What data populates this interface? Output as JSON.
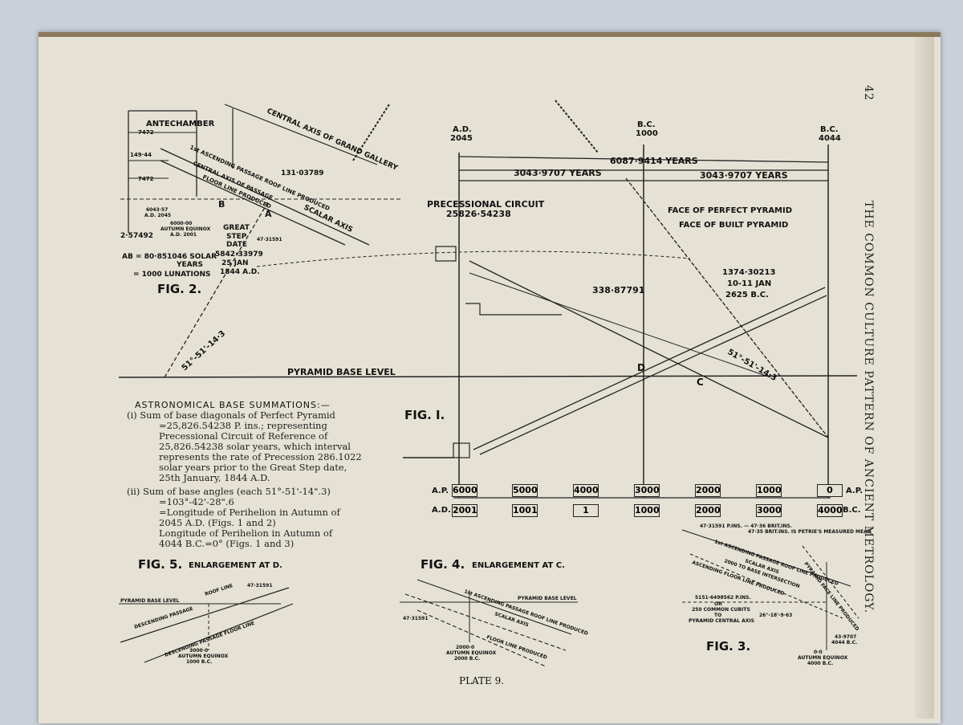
{
  "page_number": "42",
  "running_head": "THE COMMON CULTURE PATTERN OF ANCIENT METROLOGY.",
  "plate": "PLATE 9.",
  "fig1": {
    "title": "FIG. I.",
    "top_markers": [
      {
        "era": "A.D.",
        "year": "2045"
      },
      {
        "era": "B.C.",
        "year": "1000"
      },
      {
        "era": "B.C.",
        "year": "4044"
      }
    ],
    "years_total": "6087·9414 YEARS",
    "years_left": "3043·9707 YEARS",
    "years_right": "3043·9707 YEARS",
    "precessional_circuit": "PRECESSIONAL CIRCUIT",
    "precessional_value": "25826·54238",
    "face_perfect": "FACE OF PERFECT PYRAMID",
    "face_built": "FACE OF BUILT PYRAMID",
    "value_338": "338·87791",
    "value_1374": "1374·30213",
    "date_jan": "10-11 JAN",
    "date_bc": "2625 B.C.",
    "angle_label": "51°-51'-14·3",
    "pyramid_base_level": "PYRAMID BASE LEVEL",
    "point_d": "D",
    "point_c": "C",
    "ap_label": "A.P.",
    "ad_label": "A.D.",
    "bc_label": "B.C.",
    "ap_scale": [
      "6000",
      "5000",
      "4000",
      "3000",
      "2000",
      "1000",
      "0"
    ],
    "ad_scale": [
      "2001",
      "1001",
      "1",
      "1000",
      "2000",
      "3000",
      "4000"
    ]
  },
  "fig2": {
    "title": "FIG. 2.",
    "antechamber": "ANTECHAMBER",
    "grand_gallery": "CENTRAL AXIS OF GRAND GALLERY",
    "ascending_roof": "1st ASCENDING PASSAGE ROOF LINE PRODUCED",
    "central_axis_passage": "CENTRAL AXIS OF PASSAGE",
    "floor_line": "FLOOR LINE PRODUCED",
    "scalar_axis": "SCALAR AXIS",
    "v_7472a": "7472",
    "v_1494": "149·44",
    "v_7472b": "7472",
    "v_131": "131·03789",
    "v_6043": "6043·57",
    "v_6043_date": "A.D. 2045",
    "v_6000": "6000·00",
    "v_6000_label": "AUTUMN EQUINOX",
    "v_6000_date": "A.D. 2001",
    "v_257": "2·57492",
    "great_step": "GREAT",
    "great_step2": "STEP",
    "great_step3": "DATE",
    "v_5842": "5842·33979",
    "v_25jan": "25 JAN",
    "v_1844": "1844 A.D.",
    "v_47": "47·31591",
    "pt_b": "B",
    "pt_a": "A",
    "ab_line1": "AB = 80·851046 SOLAR",
    "ab_line2": "YEARS",
    "ab_line3": "= 1000 LUNATIONS",
    "angle": "51°-51'-14·3"
  },
  "summations": {
    "heading": "ASTRONOMICAL BASE SUMMATIONS:—",
    "i_1": "(i)   Sum of base diagonals of Perfect Pyramid",
    "i_2": "=25,826.54238 P. ins.;  representing",
    "i_3": "Precessional Circuit of Reference of",
    "i_4": "25,826.54238 solar years, which interval",
    "i_5": "represents the rate of Precession 286.1022",
    "i_6": "solar years prior to the Great Step date,",
    "i_7": "25th January, 1844 A.D.",
    "ii_1": "(ii)  Sum of base angles (each 51°-51'-14\".3)",
    "ii_2": "=103°-42'-28\".6",
    "ii_3": "=Longitude of Perihelion in Autumn of",
    "ii_4": "2045 A.D. (Figs. 1 and 2)",
    "ii_5": "Longitude of Perihelion in Autumn of",
    "ii_6": "4044 B.C.=0° (Figs. 1 and 3)"
  },
  "fig5": {
    "title": "FIG. 5.",
    "subtitle": "ENLARGEMENT AT D.",
    "base": "PYRAMID BASE LEVEL",
    "roof": "ROOF LINE",
    "descending": "DESCENDING PASSAGE",
    "floor": "DESCENDING PASSAGE FLOOR LINE",
    "v_47": "47·31591",
    "v_3000": "3000·0",
    "eq": "AUTUMN EQUINOX",
    "date": "1000 B.C."
  },
  "fig4": {
    "title": "FIG. 4.",
    "subtitle": "ENLARGEMENT AT C.",
    "base": "PYRAMID BASE LEVEL",
    "roof": "1st ASCENDING PASSAGE ROOF LINE PRODUCED",
    "scalar": "SCALAR AXIS",
    "floor": "FLOOR LINE PRODUCED",
    "v_47": "47·31591",
    "v_2000": "2000·0",
    "eq": "AUTUMN EQUINOX",
    "date": "2000 B.C."
  },
  "fig3": {
    "title": "FIG. 3.",
    "line1": "47·31591 P.INS. — 47·36 BRIT.INS.",
    "line2": "47·35 BRIT.INS. IS PETRIE'S MEASURED MEAN",
    "roof": "1st ASCENDING PASSAGE ROOF LINE PRODUCED",
    "scalar": "SCALAR AXIS",
    "to_base": "2000 TO BASE INTERSECTION",
    "floor": "ASCENDING FLOOR LINE PRODUCED",
    "face": "PYRAMID FACE LINE PRODUCED",
    "v_5151": "5151·6498562 P.INS.",
    "or": "OR",
    "cubits": "250 COMMON CUBITS",
    "to": "TO",
    "central": "PYRAMID CENTRAL AXIS",
    "angle": "26°-18'-9·63",
    "v_43": "43·9707",
    "v_4044": "4044 B.C.",
    "v_00": "0·0",
    "eq": "AUTUMN EQUINOX",
    "date": "4000 B.C."
  }
}
